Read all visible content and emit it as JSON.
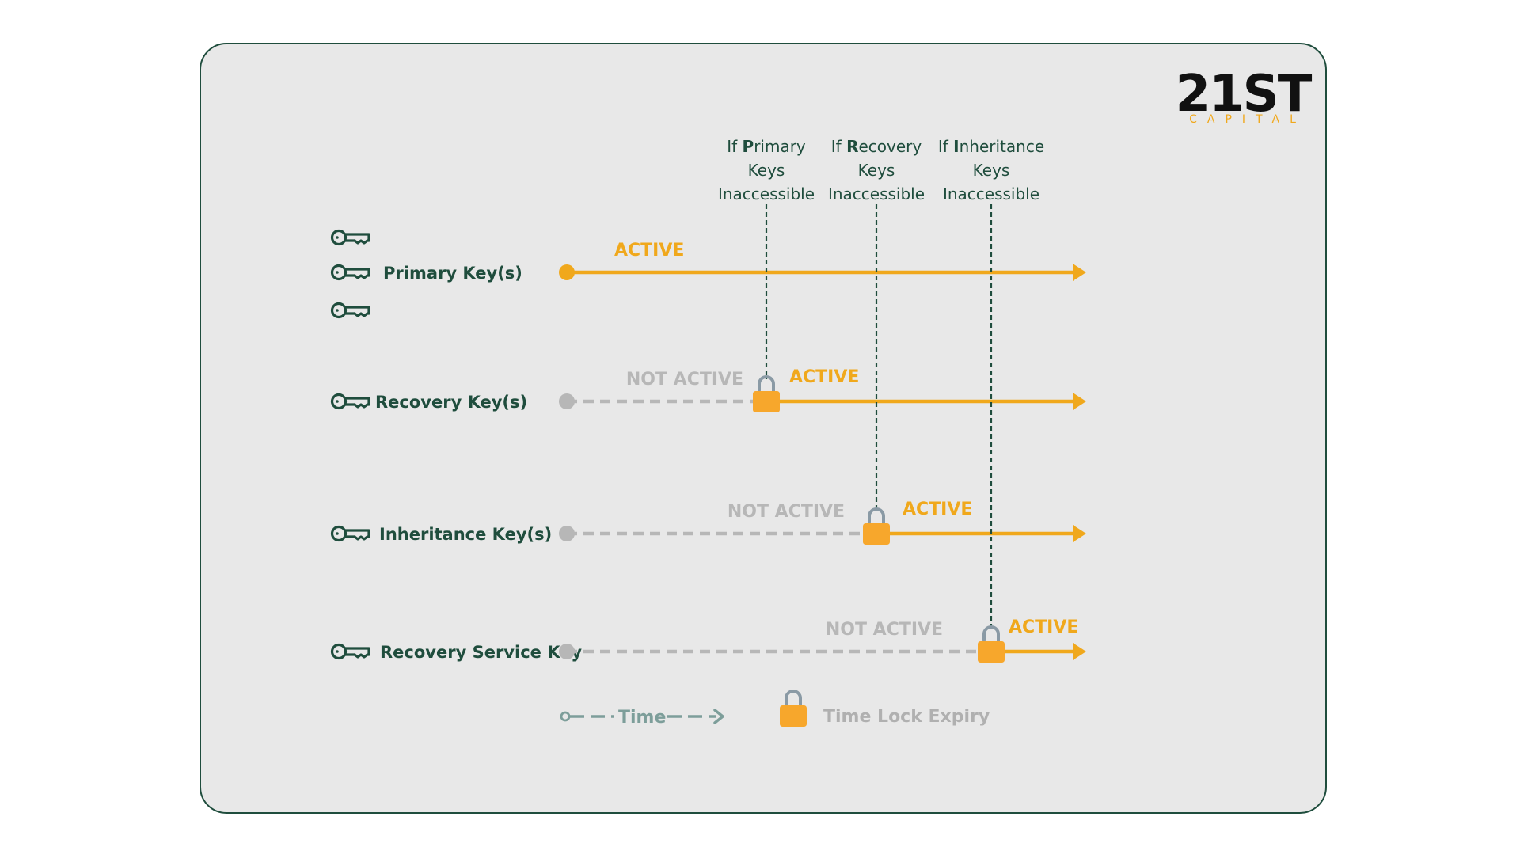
{
  "brand": {
    "logo_text": "21ST",
    "logo_subtext": "CAPITAL"
  },
  "colors": {
    "card_background": "#e8e8e8",
    "card_border": "#1f4d3d",
    "active": "#f0a81c",
    "inactive": "#b7b7b7",
    "label": "#1f4d3d",
    "lock_body": "#f7a72c",
    "lock_shackle": "#8a9aa5",
    "legend": "#7d9e9a"
  },
  "events": [
    {
      "prefix": "If ",
      "letter": "P",
      "rest": "rimary",
      "line2": "Keys",
      "line3": "Inaccessible"
    },
    {
      "prefix": "If ",
      "letter": "R",
      "rest": "ecovery",
      "line2": "Keys",
      "line3": "Inaccessible"
    },
    {
      "prefix": "If ",
      "letter": "I",
      "rest": "nheritance",
      "line2": "Keys",
      "line3": "Inaccessible"
    }
  ],
  "rows": [
    {
      "label": "Primary Key(s)",
      "key_icons": 3,
      "status_before": "",
      "status_after": "ACTIVE",
      "unlock_event": null
    },
    {
      "label": "Recovery Key(s)",
      "key_icons": 1,
      "status_before": "NOT ACTIVE",
      "status_after": "ACTIVE",
      "unlock_event": 0
    },
    {
      "label": "Inheritance Key(s)",
      "key_icons": 1,
      "status_before": "NOT ACTIVE",
      "status_after": "ACTIVE",
      "unlock_event": 1
    },
    {
      "label": "Recovery Service Key",
      "key_icons": 1,
      "status_before": "NOT ACTIVE",
      "status_after": "ACTIVE",
      "unlock_event": 2
    }
  ],
  "legend": {
    "time_label": "Time",
    "lock_label": "Time Lock Expiry"
  },
  "icons": {
    "key": "key-icon",
    "lock": "unlocked-padlock-icon",
    "arrow": "arrow-head-icon"
  }
}
